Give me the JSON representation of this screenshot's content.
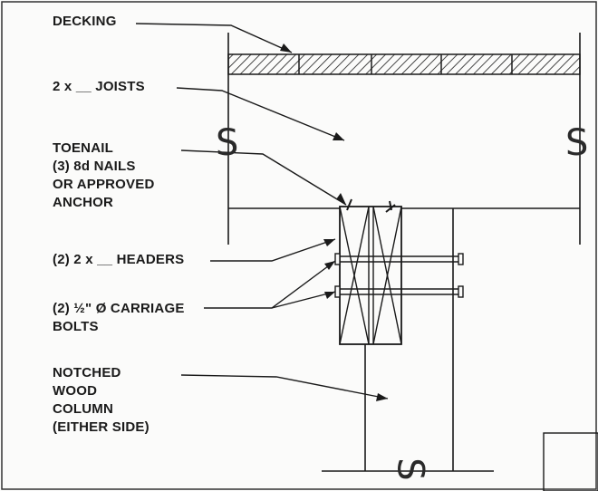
{
  "labels": {
    "decking": "DECKING",
    "joists": "2 x __ JOISTS",
    "toenail": [
      "TOENAIL",
      "(3) 8d NAILS",
      "OR APPROVED",
      "ANCHOR"
    ],
    "headers": "(2) 2 x __ HEADERS",
    "bolts": [
      "(2) ½\" Ø CARRIAGE",
      "BOLTS"
    ],
    "column": [
      "NOTCHED",
      "WOOD",
      "COLUMN",
      "(EITHER SIDE)"
    ]
  },
  "section_marks": {
    "left": "S",
    "right": "S",
    "bottom": "S"
  },
  "colors": {
    "ink": "#1a1a1a",
    "background": "#fbfbfa"
  }
}
